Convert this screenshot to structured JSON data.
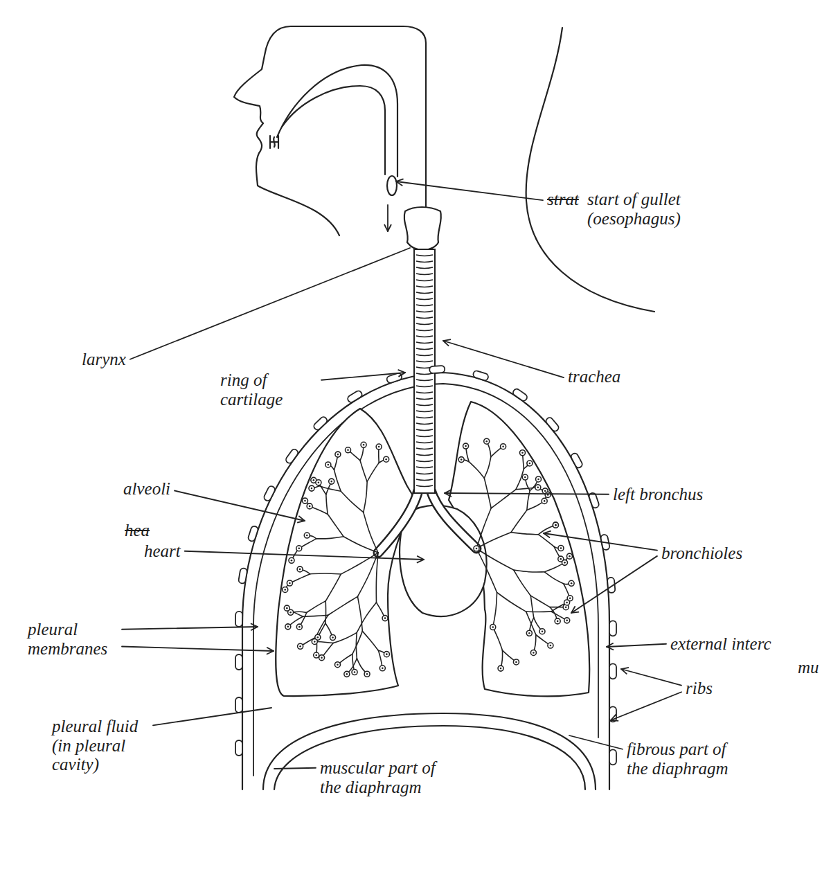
{
  "diagram": {
    "labels": [
      "strat",
      "start of gullet (oesophagus)",
      "larynx",
      "ring of cartilage",
      "trachea",
      "alveoli",
      "left bronchus",
      "hea",
      "heart",
      "bronchioles",
      "pleural membranes",
      "external interc",
      "mu",
      "ribs",
      "pleural fluid (in pleural cavity)",
      "muscular part of the diaphragm",
      "fibrous part of the diaphragm"
    ]
  }
}
